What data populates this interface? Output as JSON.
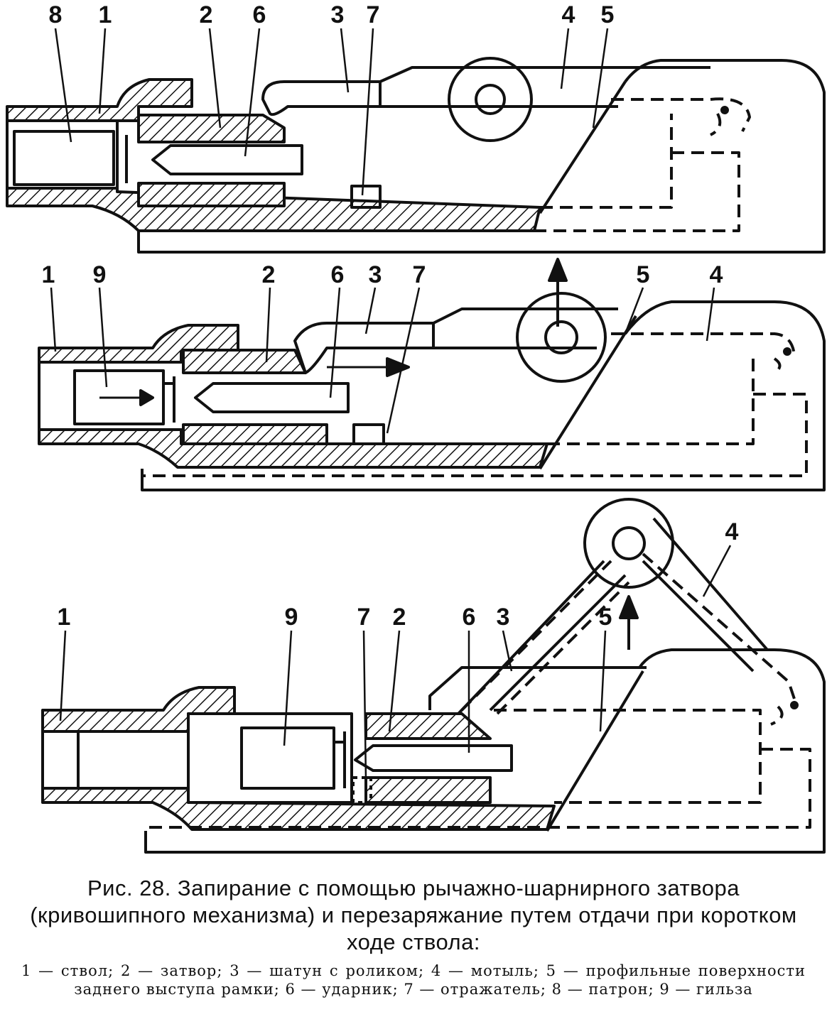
{
  "figure": {
    "view_top": {
      "labels": [
        "8",
        "1",
        "2",
        "6",
        "3",
        "7",
        "4",
        "5"
      ]
    },
    "view_middle": {
      "labels": [
        "1",
        "9",
        "2",
        "6",
        "3",
        "7",
        "5",
        "4"
      ]
    },
    "view_bottom": {
      "labels": [
        "1",
        "9",
        "7",
        "2",
        "6",
        "3",
        "5",
        "4"
      ]
    }
  },
  "caption": {
    "title": "Рис. 28. Запирание с помощью рычажно-шарнирного затвора (кривошипного механизма) и перезаряжание путем отдачи при коротком ходе ствола:",
    "legend": "1 — ствол; 2 — затвор; 3 — шатун с роликом; 4 — мотыль; 5 — профильные поверхности заднего выступа рамки; 6 — ударник; 7 — отражатель; 8 — патрон; 9 — гильза"
  }
}
